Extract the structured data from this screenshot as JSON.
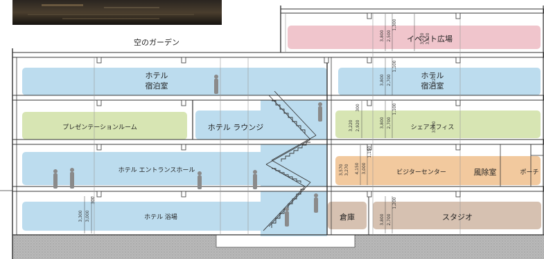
{
  "rooms": {
    "garden": "空のガーデン",
    "event_plaza": "イベント広場",
    "hotel_rooms_left": [
      "ホテル",
      "宿泊室"
    ],
    "hotel_rooms_right": [
      "ホテル",
      "宿泊室"
    ],
    "presentation_room": "プレゼンテーションルーム",
    "hotel_lounge": "ホテル ラウンジ",
    "share_office": "シェアオフィス",
    "entrance_hall": "ホテル エントランスホール",
    "visitor_center": "ビジターセンター",
    "windbreak_room": "風除室",
    "porch": "ポーチ",
    "hotel_bath": "ホテル 浴場",
    "storage": "倉庫",
    "studio": "スタジオ"
  },
  "dimensions": {
    "event_top": [
      "1,300",
      "3,800",
      "2,500",
      "3,220",
      "3,020"
    ],
    "hotel_right": [
      "1,100",
      "3,800",
      "2,700",
      "3,220",
      "3,020"
    ],
    "share_office": [
      "1,100",
      "3,800",
      "2,700",
      "3,220",
      "3,020"
    ],
    "share_left": [
      "3,220",
      "2,920",
      "300"
    ],
    "visitor": [
      "1,150",
      "4,150",
      "3,000",
      "3,570",
      "3,270"
    ],
    "bath": [
      "3,300",
      "3,000",
      "300"
    ],
    "studio": [
      "1,200",
      "3,800",
      "2,700"
    ]
  },
  "colors": {
    "hotel_blue": "#bcdcee",
    "presentation_green": "#d7e5b3",
    "event_pink": "#f0c5cc",
    "visitor_orange": "#f2c99e",
    "storage_brown": "#d6c1b1",
    "ground_gray": "#bdbdbd",
    "photo_dark": "#1c1a17"
  }
}
